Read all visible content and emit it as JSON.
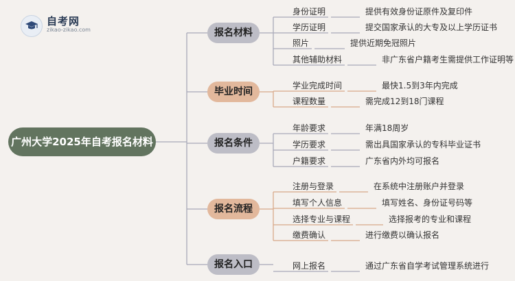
{
  "logo": {
    "name": "自考网",
    "url": "zikao-zikao.com",
    "icon": "graduation-cap-icon"
  },
  "root": {
    "label": "广州大学2025年自考报名材料"
  },
  "colors": {
    "root": "#62745f",
    "category_gray": "#bdbdc6",
    "category_tan": "#e2b89c",
    "line_gray": "#a8a8b8",
    "line_tan": "#d8a889"
  },
  "categories": [
    {
      "label": "报名材料",
      "style": "gray",
      "items": [
        {
          "name": "身份证明",
          "desc": "提供有效身份证原件及复印件"
        },
        {
          "name": "学历证明",
          "desc": "提交国家承认的大专及以上学历证书"
        },
        {
          "name": "照片",
          "desc": "提供近期免冠照片"
        },
        {
          "name": "其他辅助材料",
          "desc": "非广东省户籍考生需提供工作证明等"
        }
      ]
    },
    {
      "label": "毕业时间",
      "style": "tan",
      "items": [
        {
          "name": "学业完成时间",
          "desc": "最快1.5到3年内完成"
        },
        {
          "name": "课程数量",
          "desc": "需完成12到18门课程"
        }
      ]
    },
    {
      "label": "报名条件",
      "style": "gray",
      "items": [
        {
          "name": "年龄要求",
          "desc": "年满18周岁"
        },
        {
          "name": "学历要求",
          "desc": "需出具国家承认的专科毕业证书"
        },
        {
          "name": "户籍要求",
          "desc": "广东省内外均可报名"
        }
      ]
    },
    {
      "label": "报名流程",
      "style": "tan",
      "items": [
        {
          "name": "注册与登录",
          "desc": "在系统中注册账户并登录"
        },
        {
          "name": "填写个人信息",
          "desc": "填写姓名、身份证号码等"
        },
        {
          "name": "选择专业与课程",
          "desc": "选择报考的专业和课程"
        },
        {
          "name": "缴费确认",
          "desc": "进行缴费以确认报名"
        }
      ]
    },
    {
      "label": "报名入口",
      "style": "gray",
      "items": [
        {
          "name": "网上报名",
          "desc": "通过广东省自学考试管理系统进行"
        }
      ]
    }
  ]
}
